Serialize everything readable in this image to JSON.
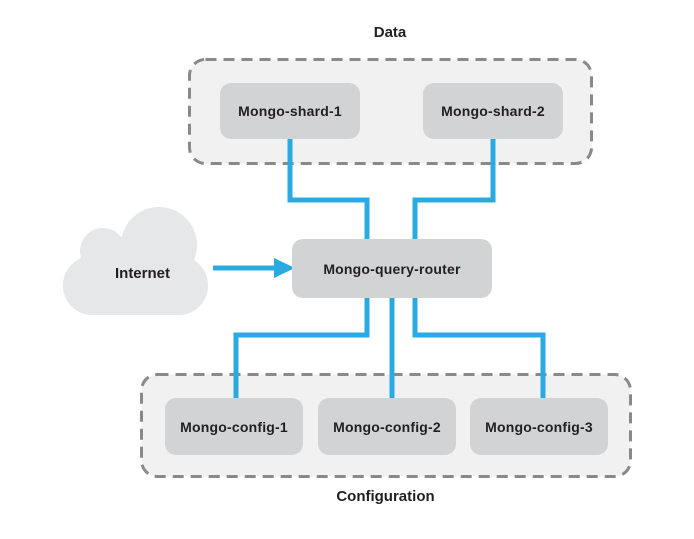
{
  "diagram": {
    "groups": {
      "data": {
        "label": "Data"
      },
      "configuration": {
        "label": "Configuration"
      }
    },
    "nodes": {
      "internet": {
        "label": "Internet"
      },
      "shard1": {
        "label": "Mongo-shard-1"
      },
      "shard2": {
        "label": "Mongo-shard-2"
      },
      "router": {
        "label": "Mongo-query-router"
      },
      "config1": {
        "label": "Mongo-config-1"
      },
      "config2": {
        "label": "Mongo-config-2"
      },
      "config3": {
        "label": "Mongo-config-3"
      }
    },
    "edges": [
      {
        "from": "internet",
        "to": "router"
      },
      {
        "from": "shard1",
        "to": "router"
      },
      {
        "from": "shard2",
        "to": "router"
      },
      {
        "from": "router",
        "to": "config1"
      },
      {
        "from": "router",
        "to": "config2"
      },
      {
        "from": "router",
        "to": "config3"
      }
    ],
    "colors": {
      "connector_blue": "#29abe2",
      "node_fill": "#d1d3d4",
      "group_fill": "#f1f1f2",
      "group_border": "#87898c",
      "cloud_fill": "#e6e7e8",
      "text": "#231f20",
      "background": "#ffffff"
    }
  }
}
